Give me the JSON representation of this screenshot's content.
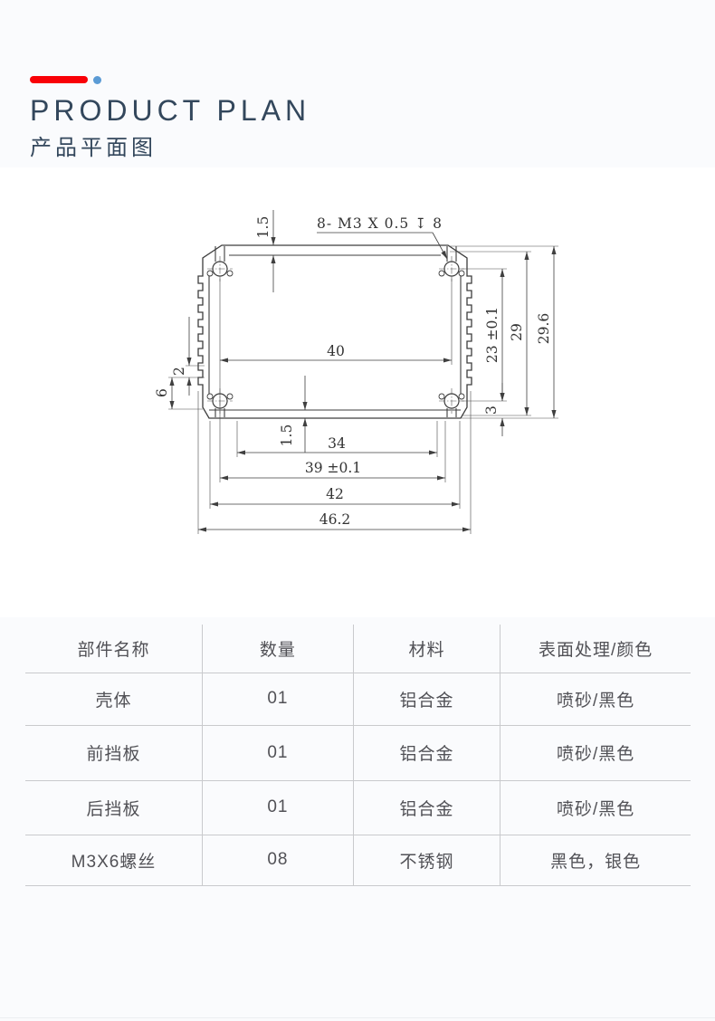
{
  "header": {
    "title_en": "PRODUCT PLAN",
    "title_zh": "产品平面图",
    "accent_red": "#f90107",
    "accent_blue": "#5b9bd5",
    "title_color": "#33475c"
  },
  "drawing": {
    "note": "8- M3 X 0.5 ↧ 8",
    "dims": {
      "top_slot": "1.5",
      "inner_width": "40",
      "boss_pitch_v": "23 ±0.1",
      "height_29": "29",
      "height_total": "29.6",
      "bottom_3": "3",
      "left_6": "6",
      "left_2": "2",
      "bottom_slot": "1.5",
      "width_34": "34",
      "width_39": "39 ±0.1",
      "width_42": "42",
      "width_total": "46.2"
    }
  },
  "table": {
    "headers": [
      "部件名称",
      "数量",
      "材料",
      "表面处理/颜色"
    ],
    "rows": [
      [
        "壳体",
        "01",
        "铝合金",
        "喷砂/黑色"
      ],
      [
        "前挡板",
        "01",
        "铝合金",
        "喷砂/黑色"
      ],
      [
        "后挡板",
        "01",
        "铝合金",
        "喷砂/黑色"
      ],
      [
        "M3X6螺丝",
        "08",
        "不锈钢",
        "黑色，银色"
      ]
    ]
  }
}
